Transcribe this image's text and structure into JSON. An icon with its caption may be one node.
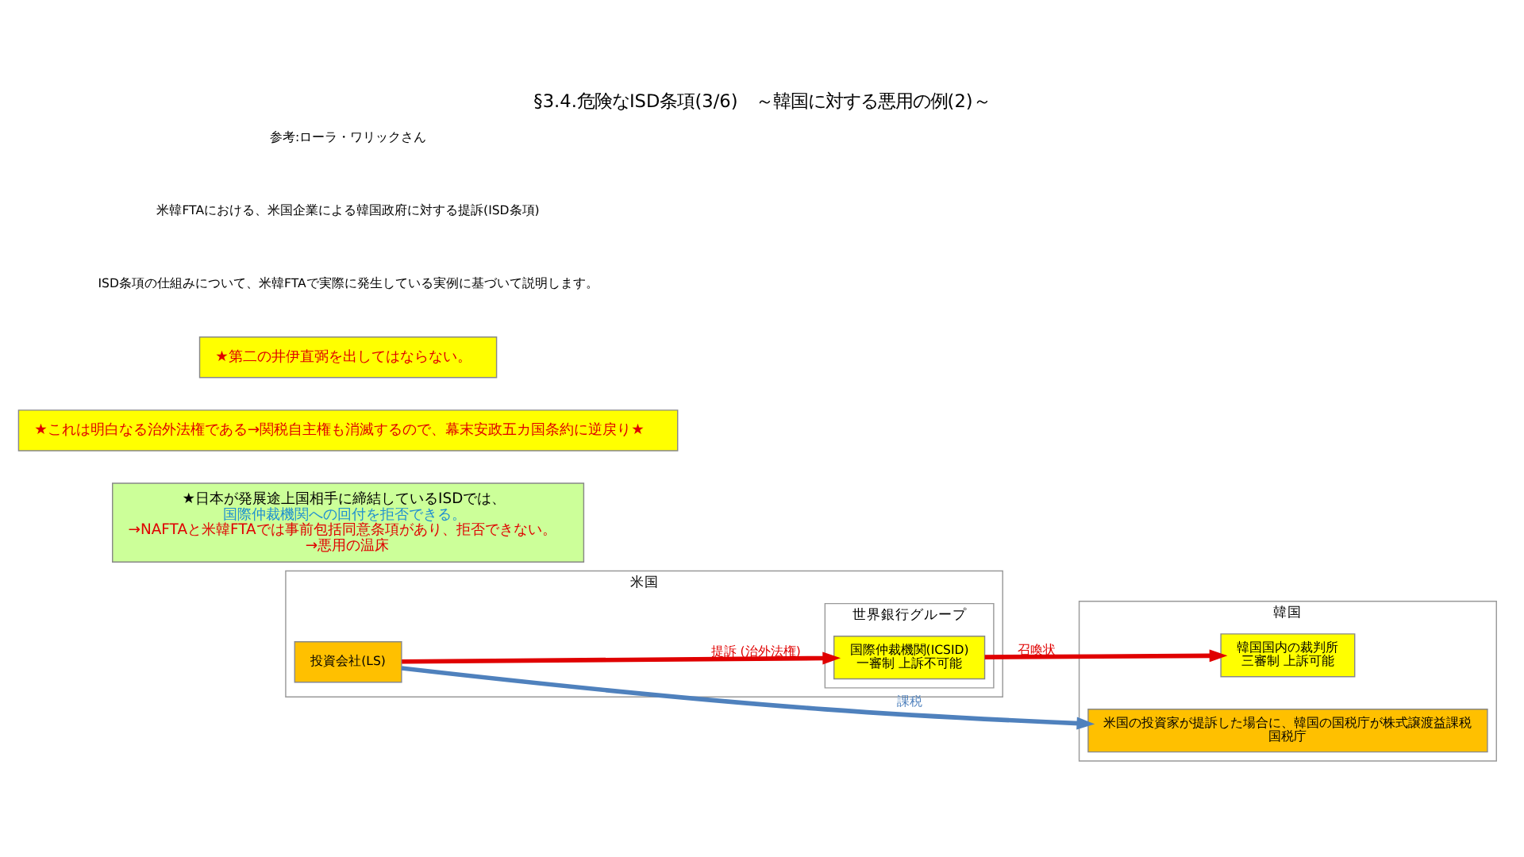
{
  "diagram": {
    "title": "§3.4.危険なISD条項(3/6)　～韓国に対する悪用の例(2)～",
    "nodes": [
      {
        "text": [
          "韓国"
        ]
      },
      {
        "text": [
          "韓国国内の裁判所",
          "三審制 上訴可能"
        ],
        "in": 0
      },
      {
        "text": [
          "米国の投資家が提訴した場合に、韓国の国税庁が株式譲渡益課税",
          "国税庁"
        ],
        "in": 0
      },
      {
        "text": [
          "米国"
        ]
      },
      {
        "text": [
          "世界銀行グループ"
        ],
        "in": 3
      },
      {
        "text": [
          "国際仲裁機関(ICSID)",
          "一審制 上訴不可能"
        ],
        "in": 4
      },
      {
        "text": [
          "投資会社(LS)"
        ],
        "in": 3
      },
      {
        "text": [
          "★日本が発展途上国相手に締結しているISDでは、",
          "国際仲裁機関への回付を拒否できる。",
          "→NAFTAと米韓FTAでは事前包括同意条項があり、拒否できない。",
          "→悪用の温床"
        ]
      },
      {
        "text": [
          "★これは明白なる治外法権である→関税自主権も消滅するので、幕末安政五カ国条約に逆戻り★"
        ]
      },
      {
        "text": [
          "★第二の井伊直弼を出してはならない。"
        ]
      }
    ],
    "edges": [
      {
        "from": 5,
        "to": 1,
        "arrow": "to",
        "label": "召喚状",
        "color": "#e00000"
      },
      {
        "from": 6,
        "to": 5,
        "arrow": "to",
        "label": "提訴 (治外法権)",
        "color": "#e00000"
      },
      {
        "from": 6,
        "to": 2,
        "arrow": "to",
        "label": "課税",
        "color": "#4f81bd"
      }
    ],
    "labels": [
      "ISD条項の仕組みについて、米韓FTAで実際に発生している実例に基づいて説明します。",
      "米韓FTAにおける、米国企業による韓国政府に対する提訴(ISD条項)",
      "参考:ローラ・ワリックさん"
    ]
  }
}
